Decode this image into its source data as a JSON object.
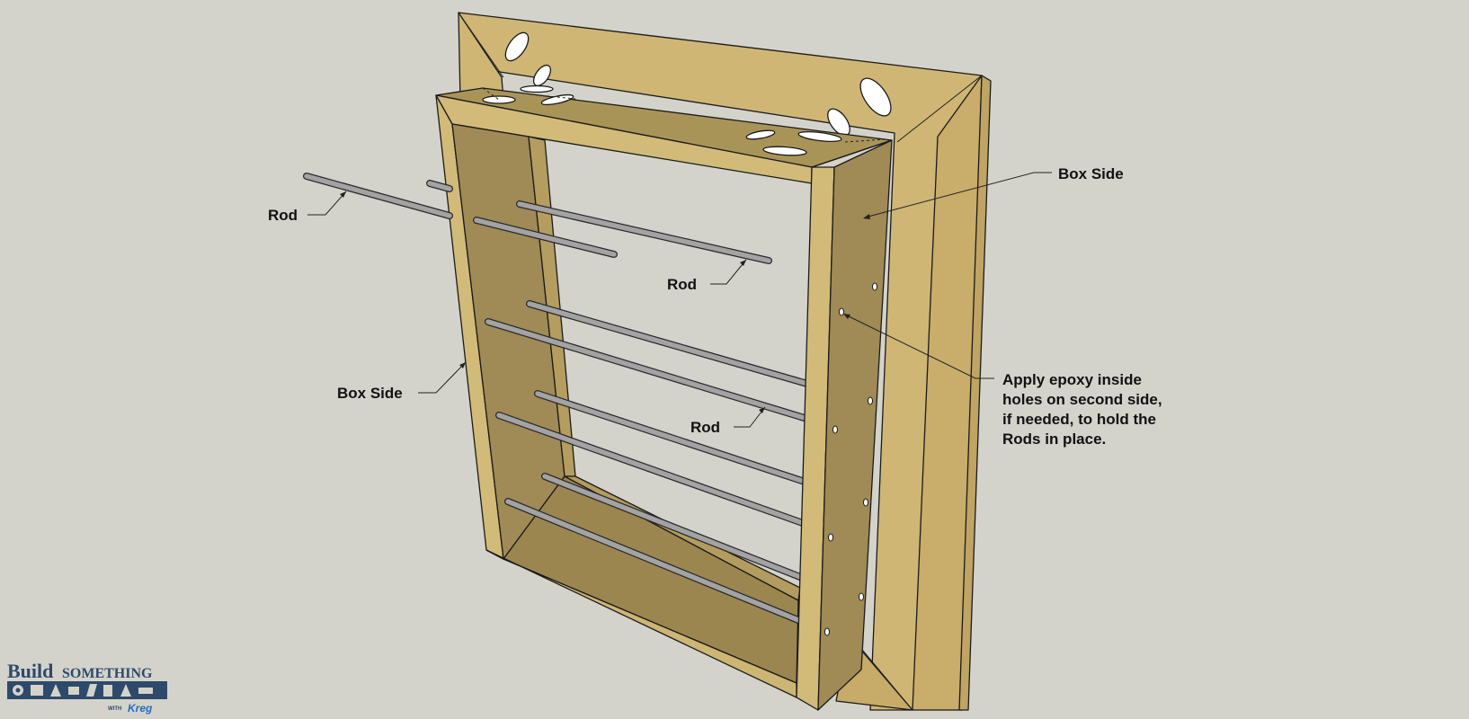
{
  "labels": {
    "rod_top_left": "Rod",
    "rod_top_mid": "Rod",
    "rod_middle": "Rod",
    "box_side_right": "Box Side",
    "box_side_left": "Box Side",
    "epoxy_note": [
      "Apply epoxy inside",
      "holes on second side,",
      "if needed, to hold the",
      "Rods in place."
    ]
  },
  "logo": {
    "build": "Build",
    "something": "SOMETHING",
    "with": "WITH",
    "brand": "Kreg"
  },
  "colors": {
    "background": "#d4d3cb",
    "wood_light": "#cfb675",
    "wood_mid": "#c2a865",
    "wood_dark": "#a08a55",
    "rod": "#9b9b9b",
    "logo_blue": "#2e4a6b"
  }
}
